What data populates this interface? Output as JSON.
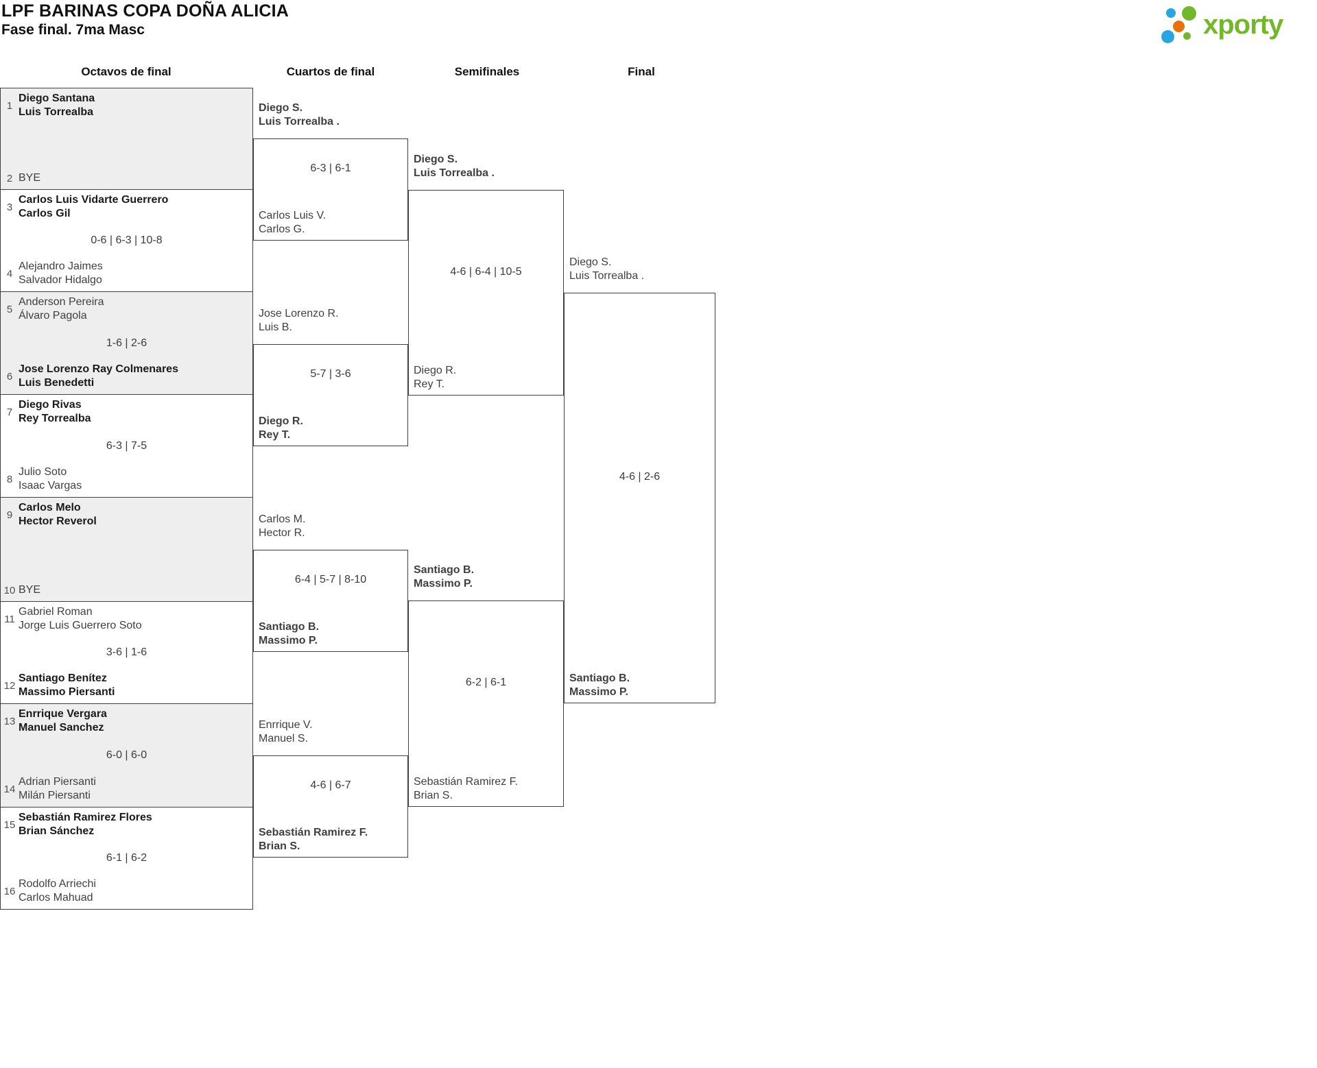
{
  "header": {
    "title": "LPF BARINAS COPA DOÑA ALICIA",
    "subtitle": "Fase final. 7ma Masc",
    "logo": {
      "text": "xporty",
      "brand_green": "#74b72e",
      "brand_blue": "#2aa5de",
      "brand_orange": "#e5730f"
    }
  },
  "rounds": {
    "r16_label": "Octavos de final",
    "qf_label": "Cuartos de final",
    "sf_label": "Semifinales",
    "final_label": "Final"
  },
  "chart_data": {
    "type": "table",
    "title": "LPF BARINAS COPA DOÑA ALICIA — Fase final. 7ma Masc (tournament bracket)",
    "rounds": [
      "Octavos de final",
      "Cuartos de final",
      "Semifinales",
      "Final"
    ],
    "champion": "Santiago B. / Massimo P."
  },
  "bracket": {
    "r16": [
      {
        "score": "",
        "a": {
          "seed": "1",
          "lines": [
            "Diego Santana",
            "Luis Torrealba"
          ],
          "winner": true
        },
        "b": {
          "seed": "2",
          "lines": [
            "BYE",
            ""
          ],
          "winner": false
        }
      },
      {
        "score": "0-6 | 6-3 | 10-8",
        "a": {
          "seed": "3",
          "lines": [
            "Carlos Luis Vidarte Guerrero",
            "Carlos Gil"
          ],
          "winner": true
        },
        "b": {
          "seed": "4",
          "lines": [
            "Alejandro Jaimes",
            "Salvador Hidalgo"
          ],
          "winner": false
        }
      },
      {
        "score": "1-6 | 2-6",
        "a": {
          "seed": "5",
          "lines": [
            "Anderson Pereira",
            "Álvaro Pagola"
          ],
          "winner": false
        },
        "b": {
          "seed": "6",
          "lines": [
            "Jose Lorenzo Ray Colmenares",
            "Luis Benedetti"
          ],
          "winner": true
        }
      },
      {
        "score": "6-3 | 7-5",
        "a": {
          "seed": "7",
          "lines": [
            "Diego Rivas",
            "Rey Torrealba"
          ],
          "winner": true
        },
        "b": {
          "seed": "8",
          "lines": [
            "Julio Soto",
            "Isaac Vargas"
          ],
          "winner": false
        }
      },
      {
        "score": "",
        "a": {
          "seed": "9",
          "lines": [
            "Carlos Melo",
            "Hector Reverol"
          ],
          "winner": true
        },
        "b": {
          "seed": "10",
          "lines": [
            "BYE",
            ""
          ],
          "winner": false
        }
      },
      {
        "score": "3-6 | 1-6",
        "a": {
          "seed": "11",
          "lines": [
            "Gabriel Roman",
            "Jorge Luis Guerrero Soto"
          ],
          "winner": false
        },
        "b": {
          "seed": "12",
          "lines": [
            "Santiago Benítez",
            "Massimo Piersanti"
          ],
          "winner": true
        }
      },
      {
        "score": "6-0 | 6-0",
        "a": {
          "seed": "13",
          "lines": [
            "Enrrique Vergara",
            "Manuel Sanchez"
          ],
          "winner": true
        },
        "b": {
          "seed": "14",
          "lines": [
            "Adrian Piersanti",
            "Milán Piersanti"
          ],
          "winner": false
        }
      },
      {
        "score": "6-1 | 6-2",
        "a": {
          "seed": "15",
          "lines": [
            "Sebastián Ramirez Flores",
            "Brian Sánchez"
          ],
          "winner": true
        },
        "b": {
          "seed": "16",
          "lines": [
            "Rodolfo Arriechi",
            "Carlos Mahuad"
          ],
          "winner": false
        }
      }
    ],
    "qf": [
      {
        "score": "6-3 | 6-1",
        "a": {
          "lines": [
            "Diego S.",
            "Luis Torrealba ."
          ],
          "winner": true
        },
        "b": {
          "lines": [
            "Carlos Luis V.",
            "Carlos G."
          ],
          "winner": false
        }
      },
      {
        "score": "5-7 | 3-6",
        "a": {
          "lines": [
            "Jose Lorenzo R.",
            "Luis B."
          ],
          "winner": false
        },
        "b": {
          "lines": [
            "Diego R.",
            "Rey T."
          ],
          "winner": true
        }
      },
      {
        "score": "6-4 | 5-7 | 8-10",
        "a": {
          "lines": [
            "Carlos M.",
            "Hector R."
          ],
          "winner": false
        },
        "b": {
          "lines": [
            "Santiago B.",
            "Massimo P."
          ],
          "winner": true
        }
      },
      {
        "score": "4-6 | 6-7",
        "a": {
          "lines": [
            "Enrrique V.",
            "Manuel S."
          ],
          "winner": false
        },
        "b": {
          "lines": [
            "Sebastián Ramirez F.",
            "Brian S."
          ],
          "winner": true
        }
      }
    ],
    "sf": [
      {
        "score": "4-6 | 6-4 | 10-5",
        "a": {
          "lines": [
            "Diego S.",
            "Luis Torrealba ."
          ],
          "winner": true
        },
        "b": {
          "lines": [
            "Diego R.",
            "Rey T."
          ],
          "winner": false
        }
      },
      {
        "score": "6-2 | 6-1",
        "a": {
          "lines": [
            "Santiago B.",
            "Massimo P."
          ],
          "winner": true
        },
        "b": {
          "lines": [
            "Sebastián Ramirez F.",
            "Brian S."
          ],
          "winner": false
        }
      }
    ],
    "final": [
      {
        "score": "4-6 | 2-6",
        "a": {
          "lines": [
            "Diego S.",
            "Luis Torrealba ."
          ],
          "winner": false
        },
        "b": {
          "lines": [
            "Santiago B.",
            "Massimo P."
          ],
          "winner": true
        }
      }
    ]
  }
}
